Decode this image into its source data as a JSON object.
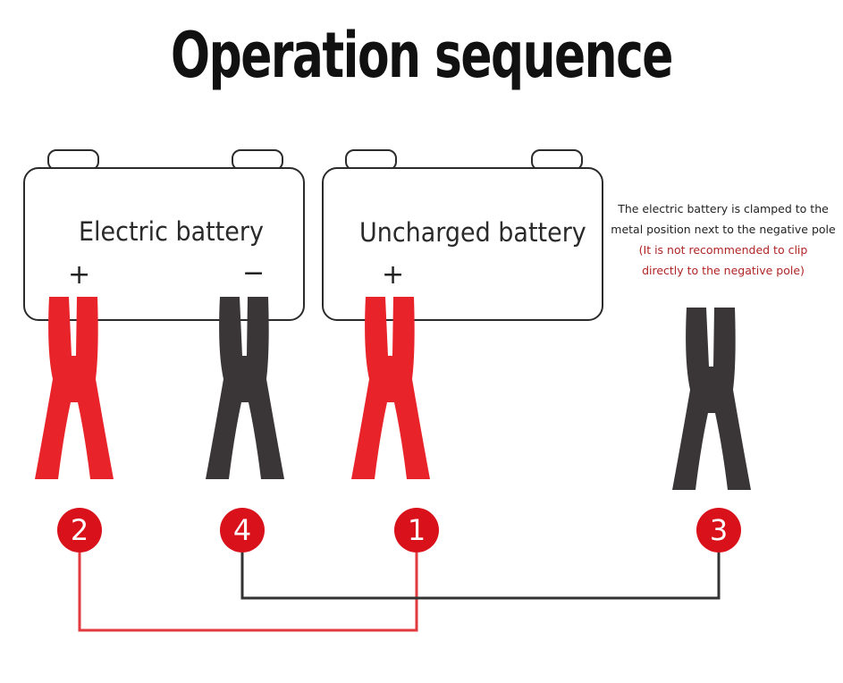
{
  "title": "Operation sequence",
  "batteries": [
    {
      "label": "Electric battery",
      "plus": "+",
      "minus": "−"
    },
    {
      "label": "Uncharged battery",
      "plus": "+"
    }
  ],
  "note": {
    "line1": "The electric battery is clamped to the",
    "line2": "metal position next to the negative pole",
    "line3": "(It is not recommended to clip",
    "line4": "directly to the negative pole)"
  },
  "steps": [
    "2",
    "4",
    "1",
    "3"
  ],
  "colors": {
    "red_clamp": "#e8232a",
    "black_clamp": "#3a3536",
    "badge": "#d9111b",
    "red_wire": "#e23a3f",
    "black_wire": "#333333"
  }
}
